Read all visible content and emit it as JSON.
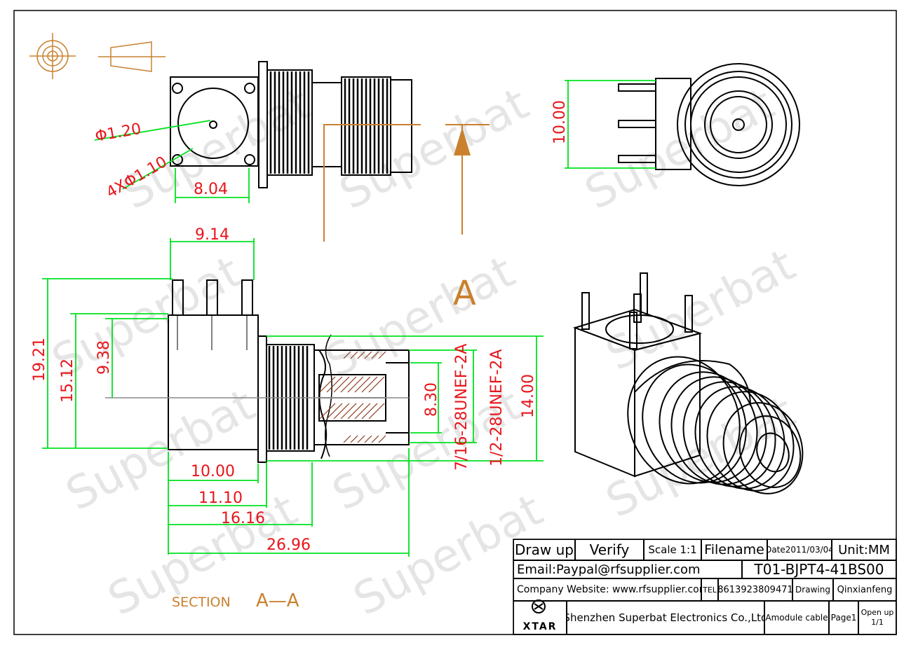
{
  "colors": {
    "dim": "#e8151b",
    "dimline": "#00e21f",
    "drawing": "#8b3a1f",
    "section": "#c9812f",
    "watermark": "#e3e3e3"
  },
  "watermark": "Superbat",
  "dimensions": {
    "d_pin": "Φ1.20",
    "d_holes": "4XΦ1.10",
    "pitch": "8.04",
    "height_10": "10.00",
    "w_914": "9.14",
    "h_1921": "19.21",
    "h_1512": "15.12",
    "h_938": "9.38",
    "l_1000": "10.00",
    "l_1110": "11.10",
    "l_1616": "16.16",
    "l_2696": "26.96",
    "d_830": "8.30",
    "thread_716": "7/16-28UNEF-2A",
    "thread_12": "1/2-28UNEF-2A",
    "d_1400": "14.00"
  },
  "section": {
    "marker": "A",
    "label": "SECTION",
    "name": "A—A"
  },
  "title_block": {
    "draw_up": "Draw up",
    "verify": "Verify",
    "scale": "Scale 1:1",
    "filename": "Filename",
    "date": "Date2011/03/04",
    "unit": "Unit:MM",
    "email": "Email:Paypal@rfsupplier.com",
    "part_no": "T01-BJPT4-41BS00",
    "website": "Company Website:  www.rfsupplier.com",
    "tel_label": "TEL",
    "tel": "8613923809471",
    "drawing": "Drawing",
    "drawer": "Qinxianfeng",
    "logo": "XTAR",
    "company": "Shenzhen Superbat Electronics Co.,Ltd",
    "module": "Amodule cable",
    "page": "Page1",
    "open_up": "Open up",
    "pages": "1/1"
  }
}
